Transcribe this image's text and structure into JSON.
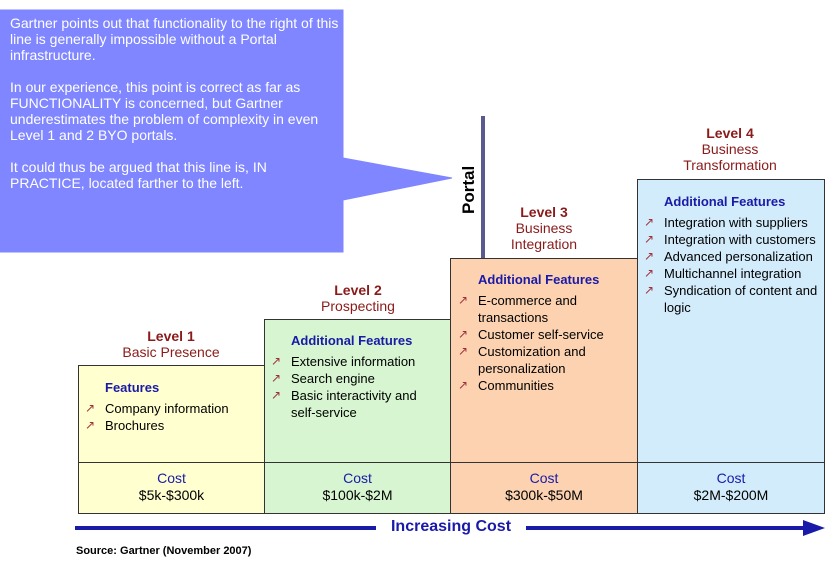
{
  "callout": {
    "paragraphs": [
      "Gartner points out that functionality to the right of this line is generally impossible without a Portal infrastructure.",
      "In our experience, this point is correct as far as FUNCTIONALITY is concerned, but Gartner underestimates the problem of complexity in even Level 1 and 2 BYO portals.",
      "It could thus be argued that this line is, IN PRACTICE, located farther to the left."
    ],
    "color": "#7f86ff"
  },
  "portal_label": "Portal",
  "levels": [
    {
      "num": "Level 1",
      "name_lines": [
        "Basic Presence"
      ],
      "features_head": "Features",
      "features": [
        "Company information",
        "Brochures"
      ],
      "cost_label": "Cost",
      "cost_value": "$5k-$300k",
      "color": "#ffffd0"
    },
    {
      "num": "Level 2",
      "name_lines": [
        "Prospecting"
      ],
      "features_head": "Additional Features",
      "features": [
        "Extensive information",
        "Search engine",
        "Basic interactivity and self-service"
      ],
      "cost_label": "Cost",
      "cost_value": "$100k-$2M",
      "color": "#d6f5d0"
    },
    {
      "num": "Level 3",
      "name_lines": [
        "Business",
        "Integration"
      ],
      "features_head": "Additional Features",
      "features": [
        "E-commerce and transactions",
        "Customer self-service",
        "Customization and personalization",
        "Communities"
      ],
      "cost_label": "Cost",
      "cost_value": "$300k-$50M",
      "color": "#fcd2b0"
    },
    {
      "num": "Level 4",
      "name_lines": [
        "Business",
        "Transformation"
      ],
      "features_head": "Additional Features",
      "features": [
        "Integration with suppliers",
        "Integration with customers",
        "Advanced personalization",
        "Multichannel integration",
        "Syndication of content and logic"
      ],
      "cost_label": "Cost",
      "cost_value": "$2M-$200M",
      "color": "#d2ecfb"
    }
  ],
  "arrow_label": "Increasing Cost",
  "source": "Source: Gartner (November 2007)",
  "bullet_glyph": "↗"
}
